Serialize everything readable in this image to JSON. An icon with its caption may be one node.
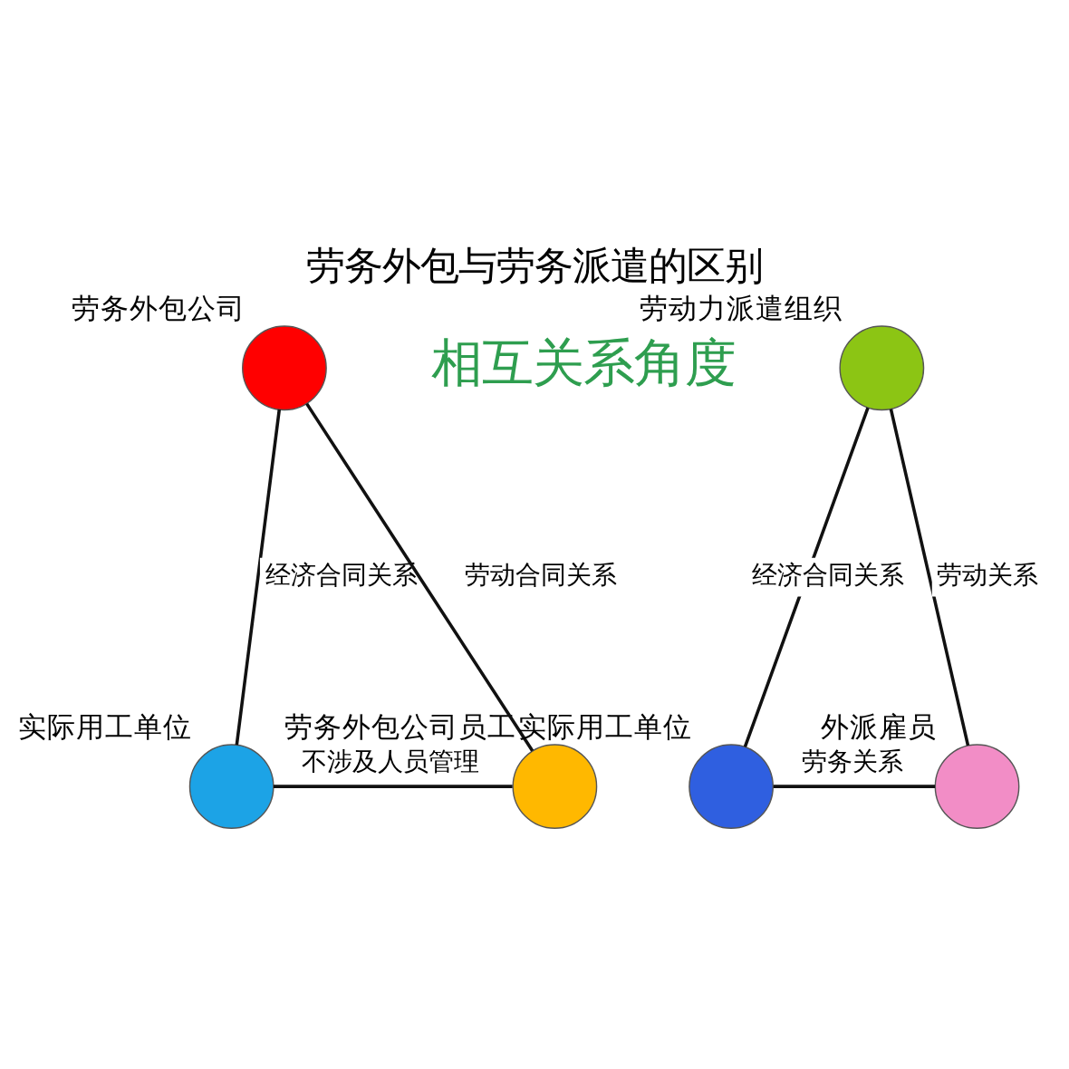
{
  "diagram": {
    "title": "劳务外包与劳务派遣的区别",
    "nodes": [
      {
        "text": [],
        "shape": "circle",
        "beside": [
          "劳务外包公司"
        ]
      },
      {
        "text": [],
        "shape": "circle",
        "beside": [
          "劳动力派遣组织"
        ]
      },
      {
        "text": [],
        "shape": "circle",
        "beside": [
          "实际用工单位"
        ]
      },
      {
        "text": [],
        "shape": "circle",
        "beside": [
          "劳务外包公司员工"
        ]
      },
      {
        "text": [],
        "shape": "circle",
        "beside": [
          "实际用工单位"
        ]
      },
      {
        "text": [],
        "shape": "circle",
        "beside": [
          "外派雇员"
        ]
      }
    ],
    "edges": [
      {
        "from": 0,
        "to": 2,
        "arrow": "none",
        "label": "经济合同关系"
      },
      {
        "from": 0,
        "to": 3,
        "arrow": "none",
        "label": "劳动合同关系"
      },
      {
        "from": 2,
        "to": 3,
        "arrow": "none",
        "label": "不涉及人员管理"
      },
      {
        "from": 1,
        "to": 4,
        "arrow": "none",
        "label": "经济合同关系"
      },
      {
        "from": 1,
        "to": 5,
        "arrow": "none",
        "label": "劳动关系"
      },
      {
        "from": 4,
        "to": 5,
        "arrow": "none",
        "label": "劳务关系"
      }
    ],
    "labels": [
      "相互关系角度"
    ]
  }
}
